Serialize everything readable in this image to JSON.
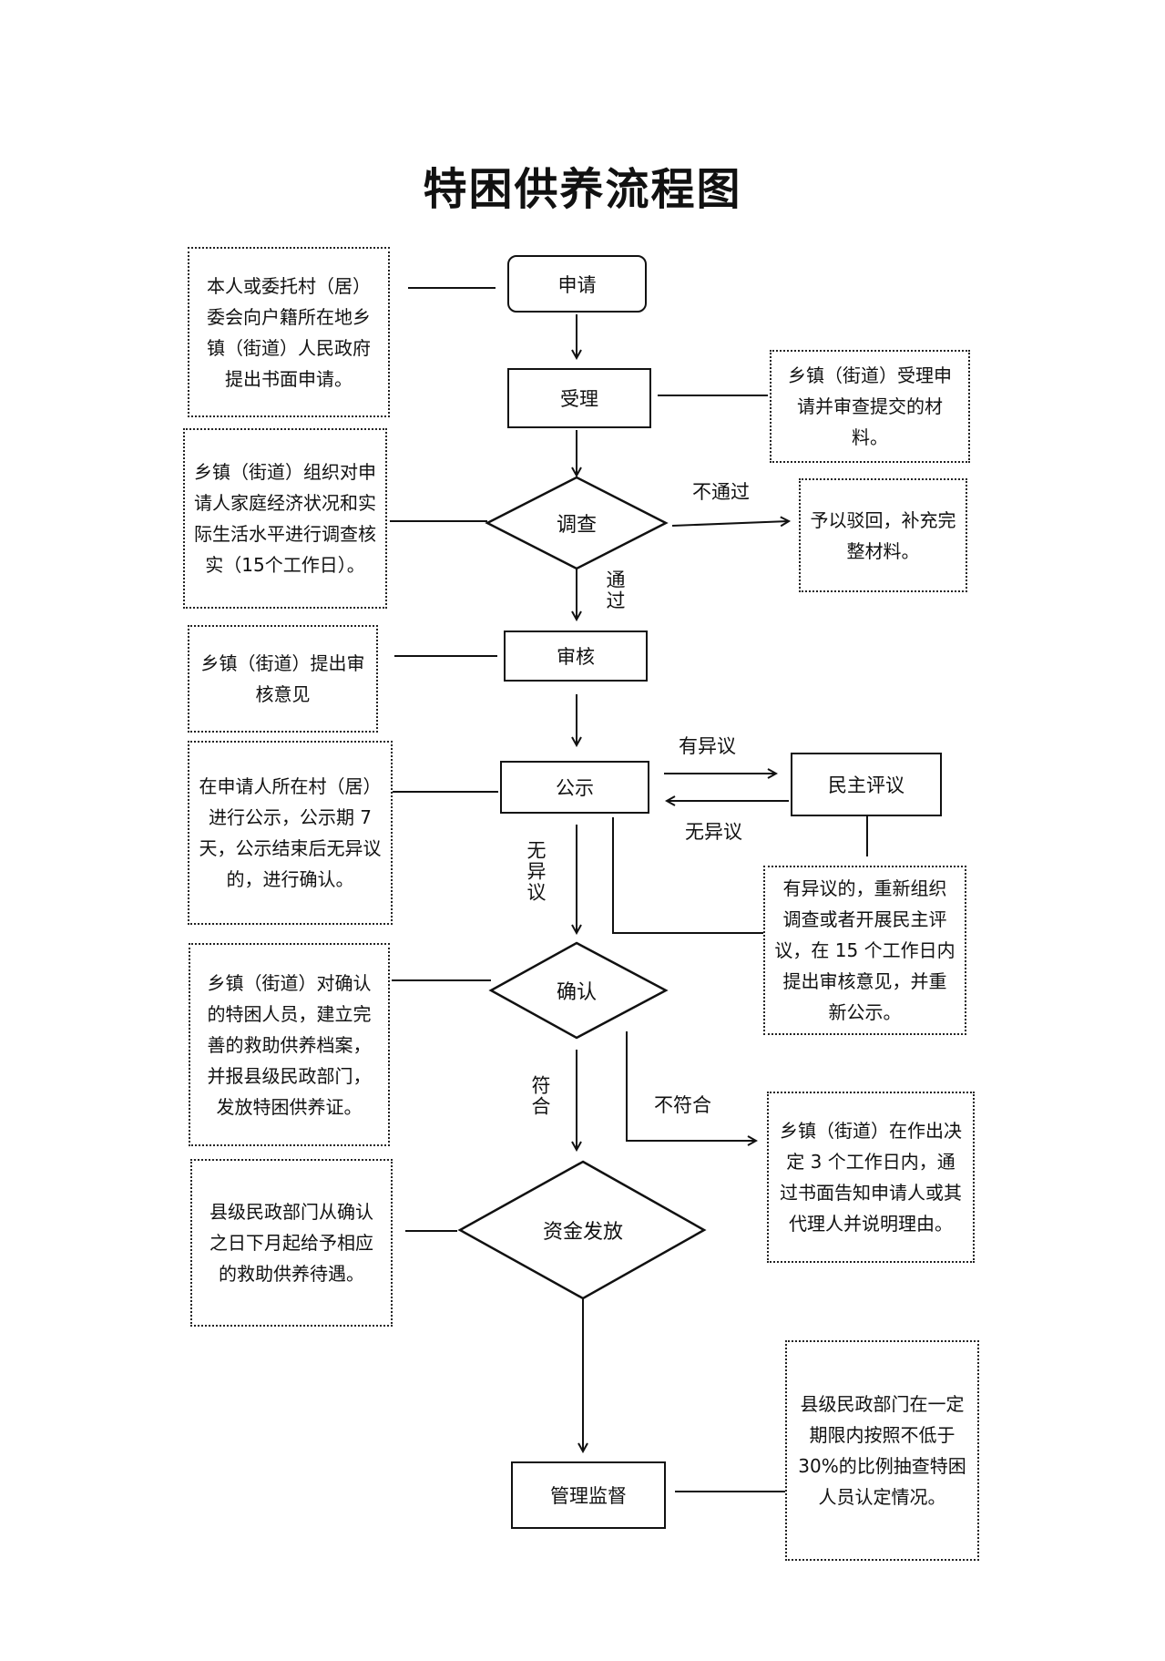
{
  "title": "特困供养流程图",
  "nodes": {
    "apply": "申请",
    "accept": "受理",
    "investigate": "调查",
    "review": "审核",
    "publicize": "公示",
    "democratic_review": "民主评议",
    "confirm": "确认",
    "fund": "资金发放",
    "supervise": "管理监督"
  },
  "notes": {
    "apply": "本人或委托村（居）委会向户籍所在地乡镇（街道）人民政府提出书面申请。",
    "accept": "乡镇（街道）受理申请并审查提交的材料。",
    "investigate": "乡镇（街道）组织对申请人家庭经济状况和实际生活水平进行调查核实（15个工作日）。",
    "reject": "予以驳回，补充完整材料。",
    "review": "乡镇（街道）提出审核意见",
    "publicize": "在申请人所在村（居）进行公示，公示期 7 天，公示结束后无异议的，进行确认。",
    "objection": "有异议的，重新组织调查或者开展民主评议，在 15 个工作日内提出审核意见，并重新公示。",
    "confirm": "乡镇（街道）对确认的特困人员，建立完善的救助供养档案，并报县级民政部门，发放特困供养证。",
    "not_qualified": "乡镇（街道）在作出决定 3 个工作日内，通过书面告知申请人或其代理人并说明理由。",
    "fund": "县级民政部门从确认之日下月起给予相应的救助供养待遇。",
    "supervise": "县级民政部门在一定期限内按照不低于 30%的比例抽查特困人员认定情况。"
  },
  "edges": {
    "not_pass": "不通过",
    "pass": "通过",
    "has_objection": "有异议",
    "no_objection_right": "无异议",
    "no_objection_down": "无异议",
    "qualified": "符合",
    "not_qualified": "不符合"
  }
}
